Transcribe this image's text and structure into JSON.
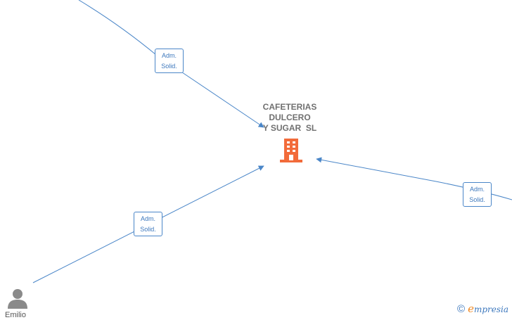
{
  "company": {
    "name_lines": [
      "CAFETERIAS",
      "DULCERO",
      "Y SUGAR  SL"
    ],
    "icon": "building-icon",
    "icon_color": "#f26b3a"
  },
  "edges": [
    {
      "id": "top-left",
      "label_lines": [
        "Adm.",
        "Solid."
      ]
    },
    {
      "id": "bottom-left",
      "label_lines": [
        "Adm.",
        "Solid."
      ]
    },
    {
      "id": "right",
      "label_lines": [
        "Adm.",
        "Solid."
      ]
    }
  ],
  "person": {
    "name": "Emilio",
    "icon": "person-icon",
    "icon_color": "#8a8a8a"
  },
  "brand": {
    "copyright": "©",
    "name_initial": "e",
    "name_rest": "mpresia"
  },
  "colors": {
    "edge": "#4a86c8",
    "label_text": "#707070"
  }
}
